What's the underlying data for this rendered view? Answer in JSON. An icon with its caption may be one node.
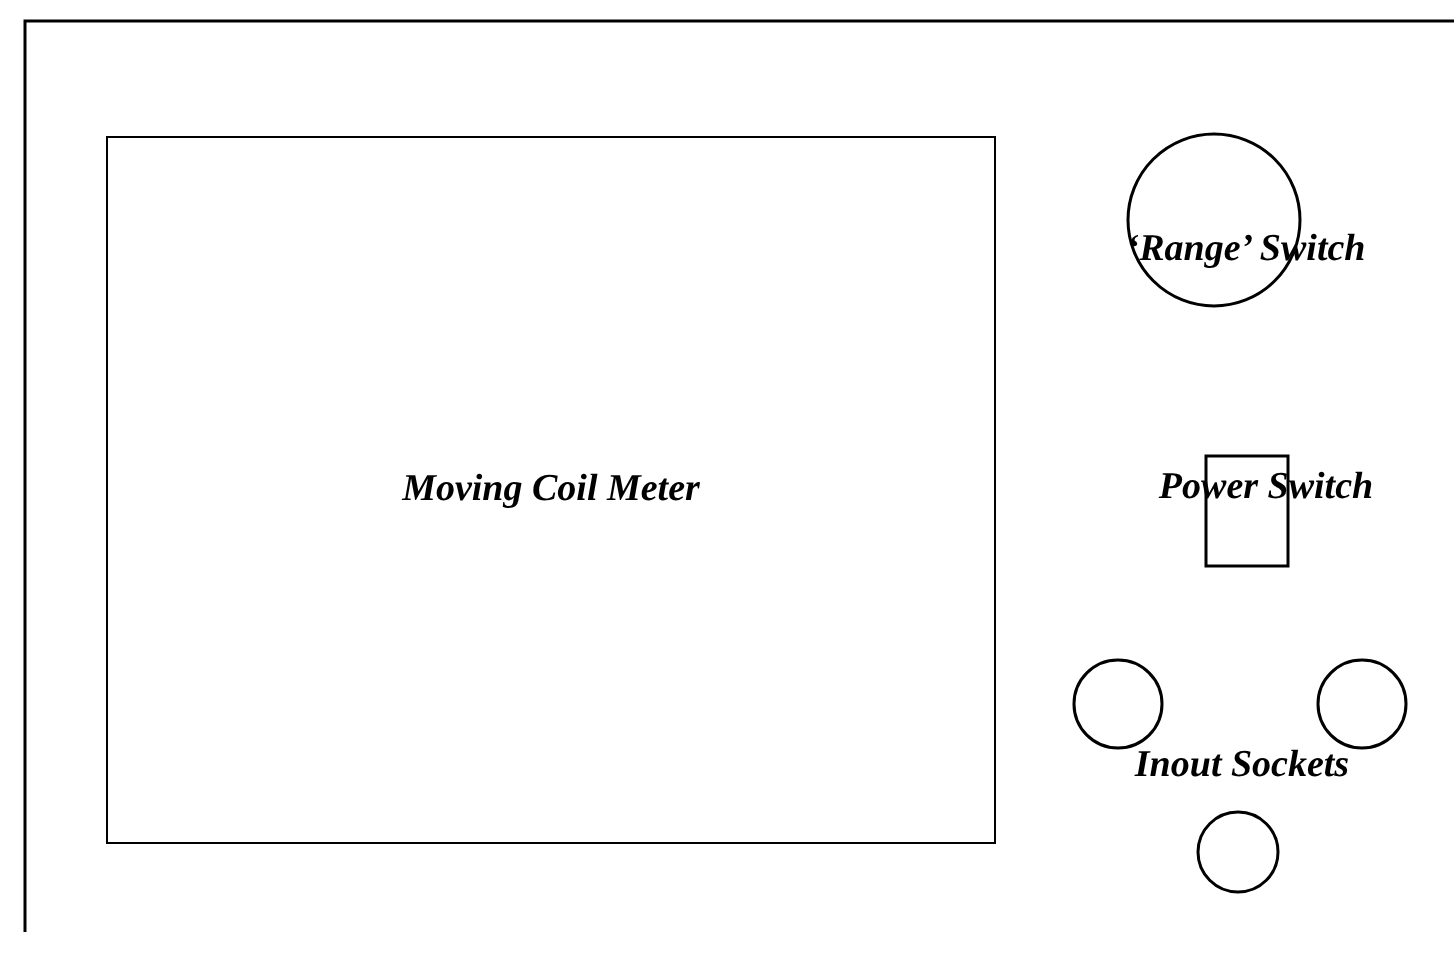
{
  "diagram": {
    "nodes": [
      {
        "text": [
          "Moving Coil Meter"
        ]
      },
      {
        "text": [
          "‘Range’ Switch"
        ]
      },
      {
        "text": [
          "Power Switch"
        ]
      },
      {
        "text": [],
        "shape": "circle"
      },
      {
        "text": [],
        "shape": "circle"
      },
      {
        "text": [],
        "shape": "circle"
      }
    ],
    "labels": [
      "Inout Sockets"
    ]
  }
}
